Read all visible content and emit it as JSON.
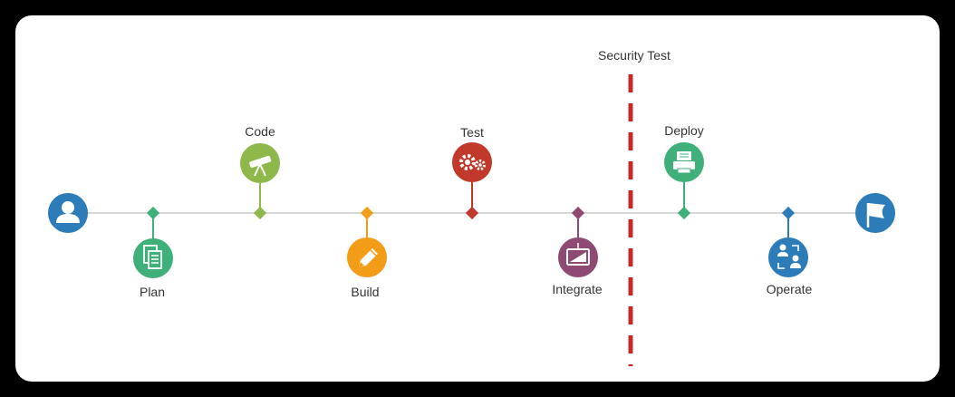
{
  "colors": {
    "background": "#000000",
    "card": "#ffffff",
    "timeline": "#d6d6d6",
    "security_line": "#c62828",
    "text": "#333333"
  },
  "security_label": "Security Test",
  "start": {
    "icon": "user-icon",
    "color": "#2b7cb8"
  },
  "end": {
    "icon": "flag-icon",
    "color": "#2b7cb8"
  },
  "stages": [
    {
      "label": "Plan",
      "position": "below",
      "color": "#3fb07a",
      "icon": "document-icon"
    },
    {
      "label": "Code",
      "position": "above",
      "color": "#8fb84a",
      "icon": "telescope-icon"
    },
    {
      "label": "Build",
      "position": "below",
      "color": "#f39c18",
      "icon": "pencil-icon"
    },
    {
      "label": "Test",
      "position": "above",
      "color": "#c0392b",
      "icon": "gears-icon"
    },
    {
      "label": "Integrate",
      "position": "below",
      "color": "#8e4a72",
      "icon": "monitor-icon"
    },
    {
      "label": "Deploy",
      "position": "above",
      "color": "#3fb07a",
      "icon": "printer-icon"
    },
    {
      "label": "Operate",
      "position": "below",
      "color": "#2b7cb8",
      "icon": "users-icon"
    }
  ]
}
